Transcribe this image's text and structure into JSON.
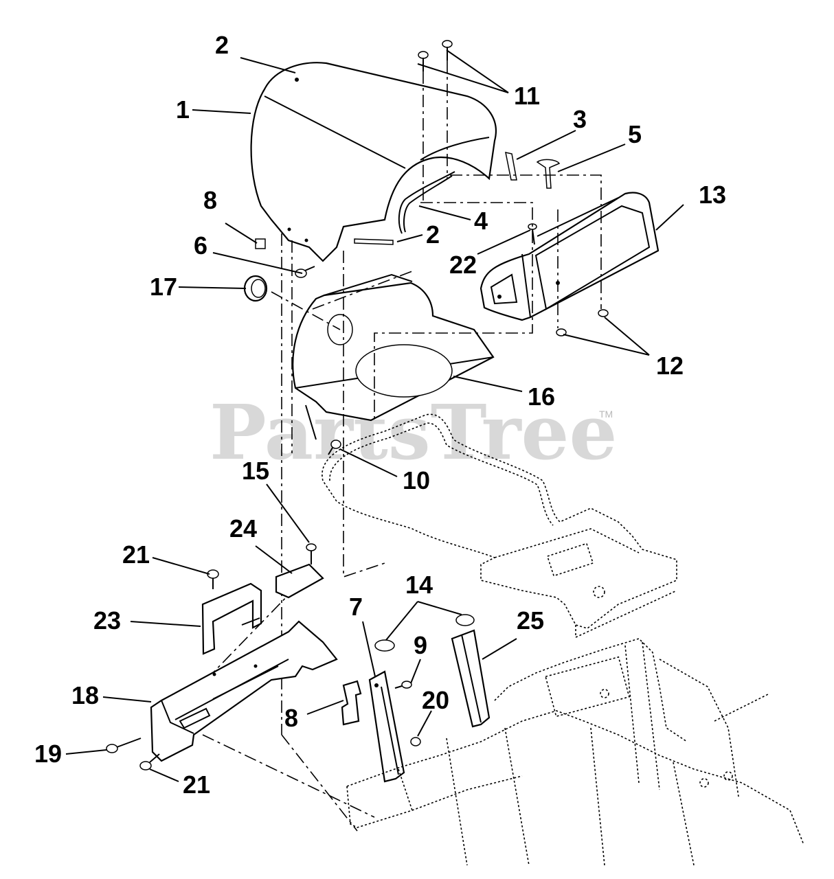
{
  "watermark": {
    "text": "PartsTree",
    "trademark": "TM"
  },
  "callouts": [
    {
      "id": "c-1",
      "label": "1"
    },
    {
      "id": "c-2a",
      "label": "2"
    },
    {
      "id": "c-2b",
      "label": "2"
    },
    {
      "id": "c-3",
      "label": "3"
    },
    {
      "id": "c-4",
      "label": "4"
    },
    {
      "id": "c-5",
      "label": "5"
    },
    {
      "id": "c-6",
      "label": "6"
    },
    {
      "id": "c-7",
      "label": "7"
    },
    {
      "id": "c-8a",
      "label": "8"
    },
    {
      "id": "c-8b",
      "label": "8"
    },
    {
      "id": "c-9",
      "label": "9"
    },
    {
      "id": "c-10",
      "label": "10"
    },
    {
      "id": "c-11",
      "label": "11"
    },
    {
      "id": "c-12",
      "label": "12"
    },
    {
      "id": "c-13",
      "label": "13"
    },
    {
      "id": "c-14",
      "label": "14"
    },
    {
      "id": "c-15",
      "label": "15"
    },
    {
      "id": "c-16",
      "label": "16"
    },
    {
      "id": "c-17",
      "label": "17"
    },
    {
      "id": "c-18",
      "label": "18"
    },
    {
      "id": "c-19",
      "label": "19"
    },
    {
      "id": "c-20",
      "label": "20"
    },
    {
      "id": "c-21a",
      "label": "21"
    },
    {
      "id": "c-21b",
      "label": "21"
    },
    {
      "id": "c-22",
      "label": "22"
    },
    {
      "id": "c-23",
      "label": "23"
    },
    {
      "id": "c-24",
      "label": "24"
    },
    {
      "id": "c-25",
      "label": "25"
    }
  ]
}
